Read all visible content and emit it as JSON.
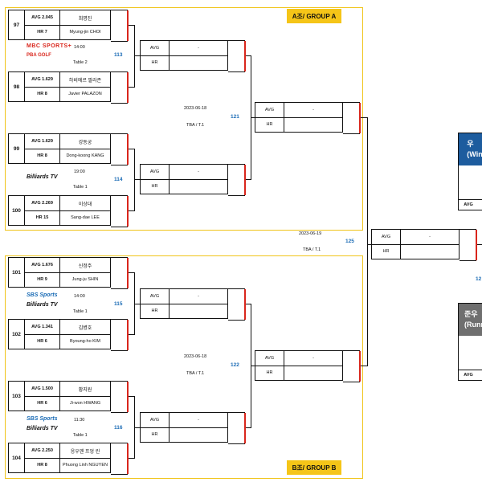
{
  "groups": [
    {
      "tag": "A조/ GROUP A"
    },
    {
      "tag": "B조/ GROUP B"
    }
  ],
  "labels": {
    "avg": "AVG",
    "hr": "HR",
    "blank": "-"
  },
  "players": [
    {
      "seed": "97",
      "avg": "AVG 2.045",
      "hr": "HR 7",
      "name_kr": "최명진",
      "name_en": "Myung-jin CHOI"
    },
    {
      "seed": "98",
      "avg": "AVG 1.629",
      "hr": "HR 8",
      "name_kr": "하비에르 팔라존",
      "name_en": "Javier PALAZON"
    },
    {
      "seed": "99",
      "avg": "AVG 1.629",
      "hr": "HR 8",
      "name_kr": "강동궁",
      "name_en": "Dong-koong KANG"
    },
    {
      "seed": "100",
      "avg": "AVG 2.269",
      "hr": "HR 15",
      "name_kr": "이상대",
      "name_en": "Sang-dae LEE"
    },
    {
      "seed": "101",
      "avg": "AVG 1.676",
      "hr": "HR 9",
      "name_kr": "신정주",
      "name_en": "Jung-ju SHIN"
    },
    {
      "seed": "102",
      "avg": "AVG 1.341",
      "hr": "HR 6",
      "name_kr": "김병호",
      "name_en": "Byoung-ho KIM"
    },
    {
      "seed": "103",
      "avg": "AVG 1.500",
      "hr": "HR 6",
      "name_kr": "황지원",
      "name_en": "Ji-won HWANG"
    },
    {
      "seed": "104",
      "avg": "AVG 2.250",
      "hr": "HR 8",
      "name_kr": "응우옌 프엉 린",
      "name_en": "Phuong Linh NGUYEN"
    }
  ],
  "r1_matches": [
    {
      "no": "113",
      "time": "14:00",
      "table": "Table 2",
      "broadcasters": [
        "MBC SPORTS+",
        "PBA GOLF"
      ]
    },
    {
      "no": "114",
      "time": "19:00",
      "table": "Table 1",
      "broadcasters": [
        "Billiards TV"
      ]
    },
    {
      "no": "115",
      "time": "14:00",
      "table": "Table 1",
      "broadcasters": [
        "SBS Sports",
        "Billiards TV"
      ]
    },
    {
      "no": "116",
      "time": "11:30",
      "table": "Table 1",
      "broadcasters": [
        "SBS Sports",
        "Billiards TV"
      ]
    }
  ],
  "r2_matches": [
    {
      "no": "121",
      "date": "2023-06-18",
      "venue": "TBA / T.1"
    },
    {
      "no": "122",
      "date": "2023-06-18",
      "venue": "TBA / T.1"
    }
  ],
  "final_match": {
    "no": "125",
    "date": "2023-06-19",
    "venue": "TBA / T.1"
  },
  "side": {
    "winner_head": "우\n(Win",
    "runner_head": "준우\n(Runn",
    "partial_no": "12",
    "avg": "AVG"
  },
  "colors": {
    "group_border": "#f0c419",
    "accent_red": "#d9261c",
    "match_blue": "#1a6bb5",
    "winner": "#1d5c9e",
    "runner": "#6f6f6f"
  }
}
